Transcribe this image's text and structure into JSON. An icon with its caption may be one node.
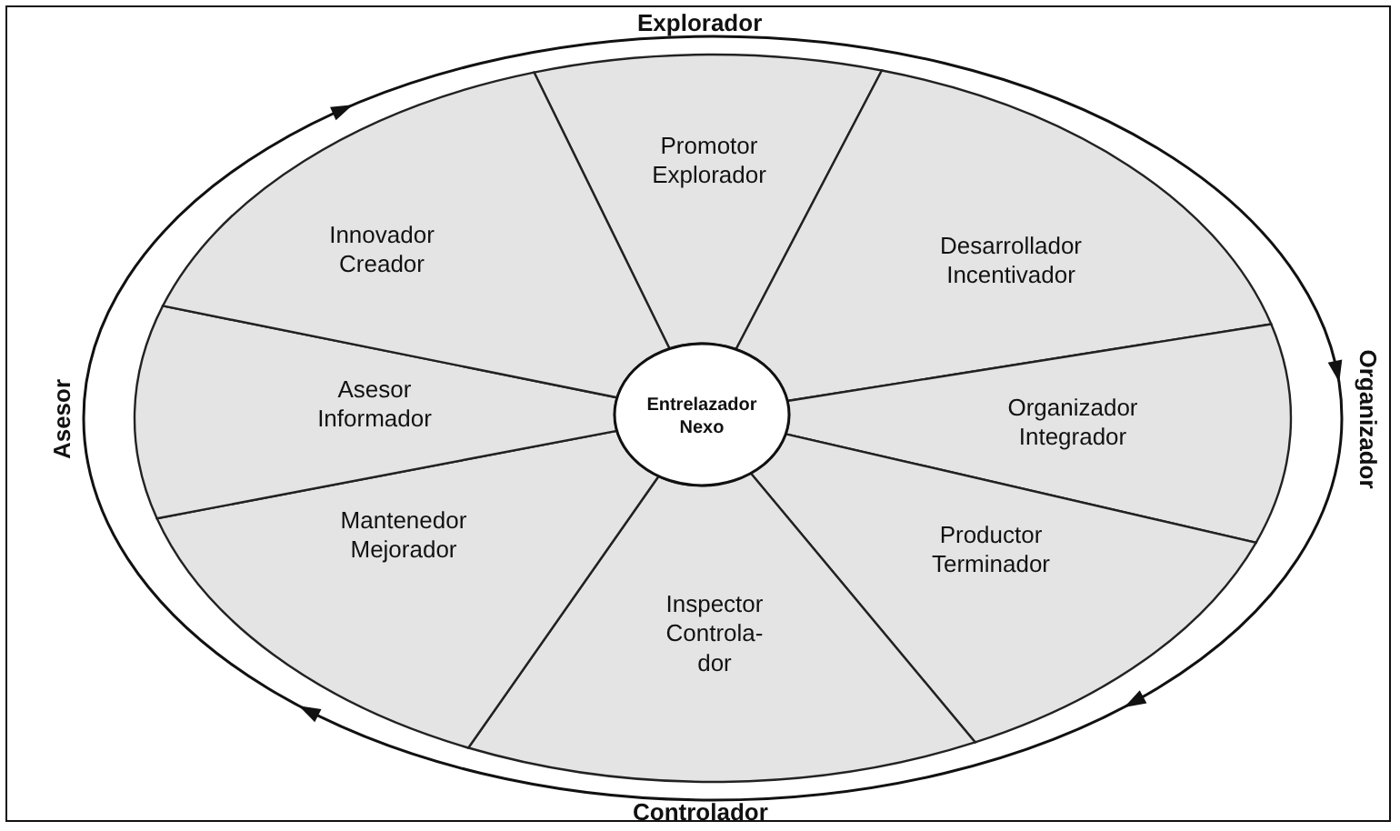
{
  "diagram": {
    "nodes": [
      {
        "text": [
          "Promotor Explorador"
        ]
      },
      {
        "text": [
          "Desarrollador Incentivador"
        ]
      },
      {
        "text": [
          "Organizador Integrador"
        ]
      },
      {
        "text": [
          "Productor Terminador"
        ]
      },
      {
        "text": [
          "Inspector Controla- dor"
        ]
      },
      {
        "text": [
          "Mantenedor Mejorador"
        ]
      },
      {
        "text": [
          "Asesor Informador"
        ]
      },
      {
        "text": [
          "Innovador Creador"
        ]
      },
      {
        "text": [
          "Entrelazador Nexo"
        ]
      }
    ],
    "labels": [
      "Explorador",
      "Asesor",
      "Organizador",
      "Controlador"
    ]
  }
}
